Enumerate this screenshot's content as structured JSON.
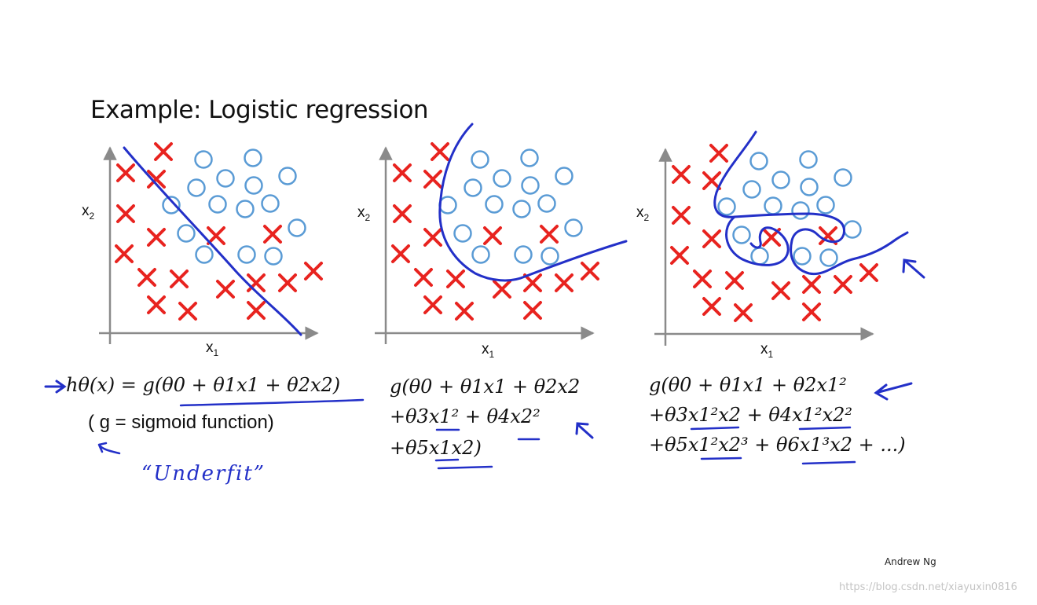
{
  "slide": {
    "title": "Example: Logistic regression",
    "author": "Andrew Ng",
    "watermark": "https://blog.csdn.net/xiayuxin0816"
  },
  "colors": {
    "cross": "#e8231f",
    "circle": "#5a9bd5",
    "ink": "#2330c8",
    "axis": "#8a8a8a"
  },
  "plots": [
    {
      "xlabel": "x",
      "xlabel_sub": "1",
      "ylabel": "x",
      "ylabel_sub": "2",
      "boundary": "linear",
      "equation": {
        "line1": "hθ(x) = g(θ0 + θ1x1 + θ2x2)",
        "note": "( g = sigmoid function)",
        "handwriting": "“Underfit”"
      }
    },
    {
      "xlabel": "x",
      "xlabel_sub": "1",
      "ylabel": "x",
      "ylabel_sub": "2",
      "boundary": "quadratic",
      "equation": {
        "line1": "g(θ0 + θ1x1 + θ2x2",
        "line2": "+θ3x1² + θ4x2²",
        "line3": "+θ5x1x2)"
      }
    },
    {
      "xlabel": "x",
      "xlabel_sub": "1",
      "ylabel": "x",
      "ylabel_sub": "2",
      "boundary": "high-order polynomial",
      "equation": {
        "line1": "g(θ0 + θ1x1 + θ2x1²",
        "line2": "+θ3x1²x2 + θ4x1²x2²",
        "line3": "+θ5x1²x2³ + θ6x1³x2 + ...)"
      }
    }
  ]
}
